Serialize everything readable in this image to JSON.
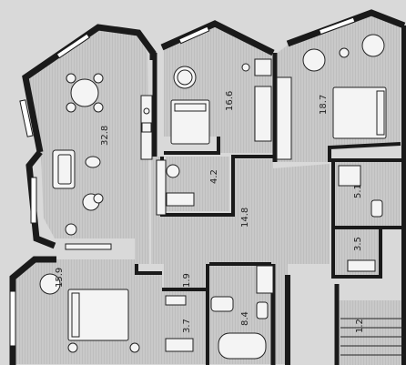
{
  "rooms": {
    "living": {
      "area": "32.8"
    },
    "bedroom_middle": {
      "area": "16.6"
    },
    "bedroom_right": {
      "area": "18.7"
    },
    "bathroom_top": {
      "area": "4.2"
    },
    "hall": {
      "area": "14.8"
    },
    "bath_right": {
      "area": "5.1"
    },
    "wardrobe_right": {
      "area": "3.5"
    },
    "bedroom_bottom": {
      "area": "15.9"
    },
    "corridor_small": {
      "area": "1.9"
    },
    "wardrobe_bottom": {
      "area": "3.7"
    },
    "bath_bottom": {
      "area": "8.4"
    },
    "stair_landing": {
      "area": "1.2"
    }
  },
  "colors": {
    "background": "#d9d9d9",
    "wall": "#1a1a1a",
    "floor": "#c9c9c9",
    "hatch": "#b2b2b2",
    "furniture": "#f4f4f4",
    "outline": "#222222"
  }
}
